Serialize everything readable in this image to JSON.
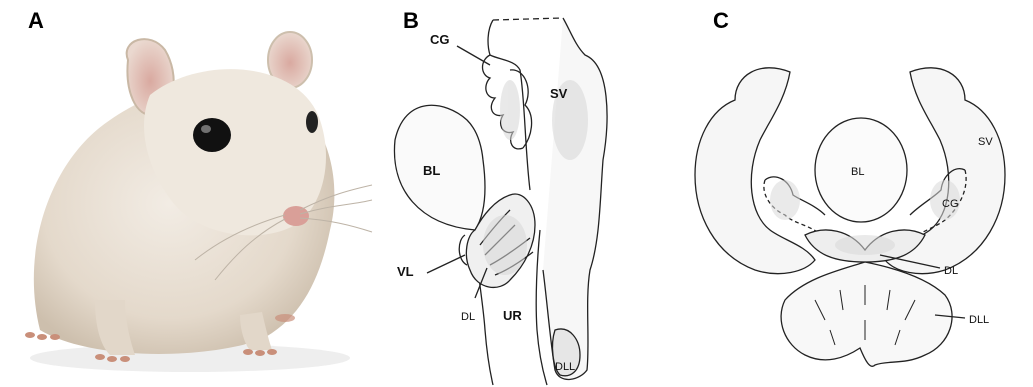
{
  "panels": {
    "a": {
      "letter": "A"
    },
    "b": {
      "letter": "B",
      "labels": {
        "cg": "CG",
        "sv": "SV",
        "bl": "BL",
        "vl": "VL",
        "dl": "DL",
        "ur": "UR",
        "dll": "DLL"
      }
    },
    "c": {
      "letter": "C",
      "labels": {
        "bl": "BL",
        "sv": "SV",
        "cg": "CG",
        "dl": "DL",
        "dll": "DLL"
      }
    }
  },
  "colors": {
    "fur": "#e8e0d5",
    "fur_shadow": "#cfc3b4",
    "ear": "#d8b7ad",
    "eye": "#111111",
    "nose": "#d9a09a",
    "claw": "#c98f7a",
    "ink": "#222222",
    "shade": "#cfcfcf"
  }
}
